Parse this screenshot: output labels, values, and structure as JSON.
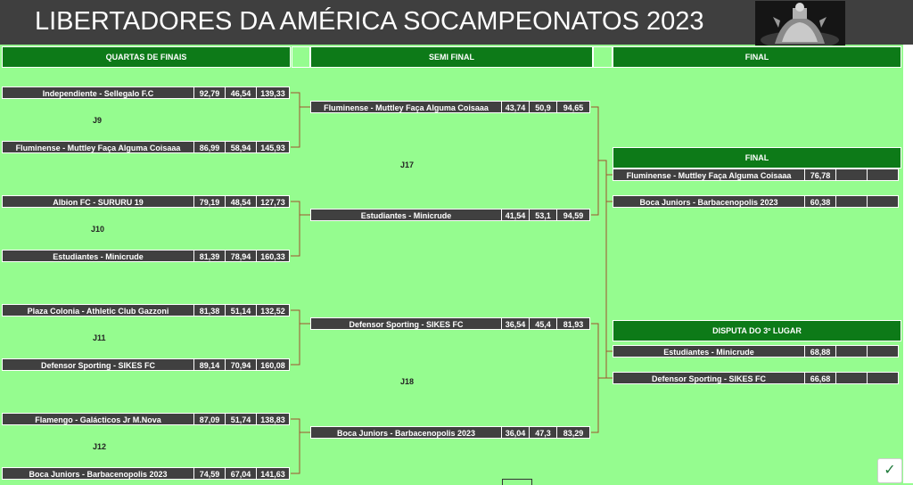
{
  "title": "LIBERTADORES DA AMÉRICA SOCAMPEONATOS 2023",
  "headers": {
    "qf": "QUARTAS DE FINAIS",
    "sf": "SEMI FINAL",
    "final": "FINAL"
  },
  "qf_matches": [
    {
      "label": "J9",
      "a": {
        "team": "Independiente - Sellegalo F.C",
        "v1": "92,79",
        "v2": "46,54",
        "v3": "139,33"
      },
      "b": {
        "team": "Fluminense - Muttley Faça Alguma Coisaaa",
        "v1": "86,99",
        "v2": "58,94",
        "v3": "145,93"
      }
    },
    {
      "label": "J10",
      "a": {
        "team": "Albion FC - SURURU 19",
        "v1": "79,19",
        "v2": "48,54",
        "v3": "127,73"
      },
      "b": {
        "team": "Estudiantes - Minicrude",
        "v1": "81,39",
        "v2": "78,94",
        "v3": "160,33"
      }
    },
    {
      "label": "J11",
      "a": {
        "team": "Plaza Colonia - Athletic Club Gazzoni",
        "v1": "81,38",
        "v2": "51,14",
        "v3": "132,52"
      },
      "b": {
        "team": "Defensor Sporting - SIKES FC",
        "v1": "89,14",
        "v2": "70,94",
        "v3": "160,08"
      }
    },
    {
      "label": "J12",
      "a": {
        "team": "Flamengo - Galácticos Jr M.Nova",
        "v1": "87,09",
        "v2": "51,74",
        "v3": "138,83"
      },
      "b": {
        "team": "Boca Juniors - Barbacenopolis 2023",
        "v1": "74,59",
        "v2": "67,04",
        "v3": "141,63"
      }
    }
  ],
  "sf_labels": [
    "J17",
    "J18"
  ],
  "sf_rows": [
    {
      "team": "Fluminense - Muttley Faça Alguma Coisaaa",
      "v1": "43,74",
      "v2": "50,9",
      "v3": "94,65"
    },
    {
      "team": "Estudiantes - Minicrude",
      "v1": "41,54",
      "v2": "53,1",
      "v3": "94,59"
    },
    {
      "team": "Defensor Sporting - SIKES FC",
      "v1": "36,54",
      "v2": "45,4",
      "v3": "81,93"
    },
    {
      "team": "Boca Juniors - Barbacenopolis 2023",
      "v1": "36,04",
      "v2": "47,3",
      "v3": "83,29"
    }
  ],
  "final_box": {
    "header": "FINAL",
    "rows": [
      {
        "team": "Fluminense - Muttley Faça Alguma Coisaaa",
        "score": "76,78"
      },
      {
        "team": "Boca Juniors - Barbacenopolis 2023",
        "score": "60,38"
      }
    ]
  },
  "third_box": {
    "header": "DISPUTA DO 3º LUGAR",
    "rows": [
      {
        "team": "Estudiantes - Minicrude",
        "score": "68,88"
      },
      {
        "team": "Defensor Sporting - SIKES FC",
        "score": "66,68"
      }
    ]
  },
  "colors": {
    "background": "#95fc8f",
    "cell": "#404040",
    "header": "#0d7a18",
    "connector": "#a0522d"
  },
  "icons": {
    "trophy": "trophy-image",
    "confirm": "check-icon"
  }
}
